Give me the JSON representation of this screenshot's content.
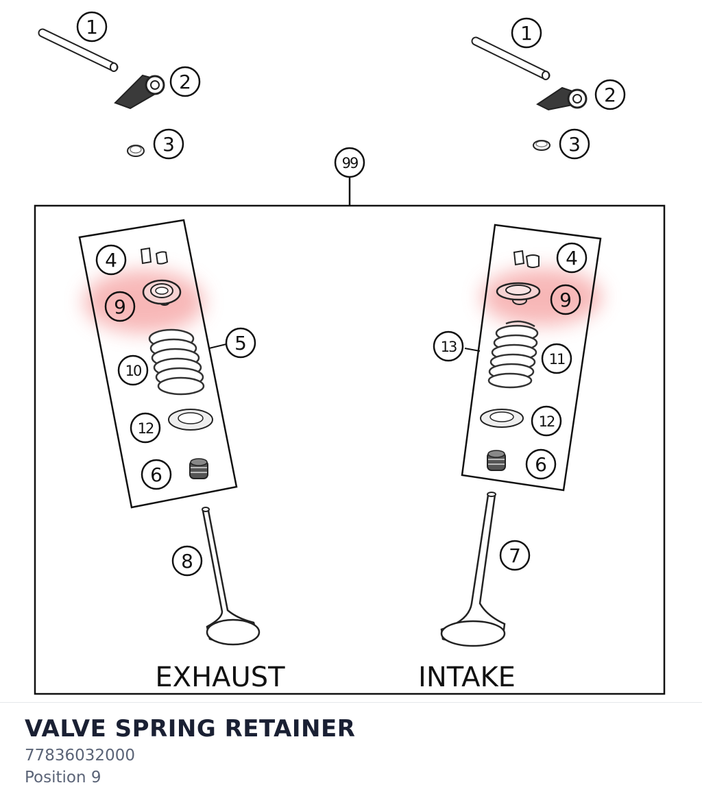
{
  "diagram": {
    "callouts": {
      "n1": "1",
      "n2": "2",
      "n3": "3",
      "n4": "4",
      "n5": "5",
      "n6": "6",
      "n7": "7",
      "n8": "8",
      "n9": "9",
      "n10": "10",
      "n11": "11",
      "n12": "12",
      "n13": "13",
      "n99": "99"
    },
    "exhaust_label": "EXHAUST",
    "intake_label": "INTAKE",
    "highlight_color": "#e53935",
    "highlighted_position": "9"
  },
  "part": {
    "title": "VALVE SPRING RETAINER",
    "number": "77836032000",
    "position": "Position 9"
  }
}
